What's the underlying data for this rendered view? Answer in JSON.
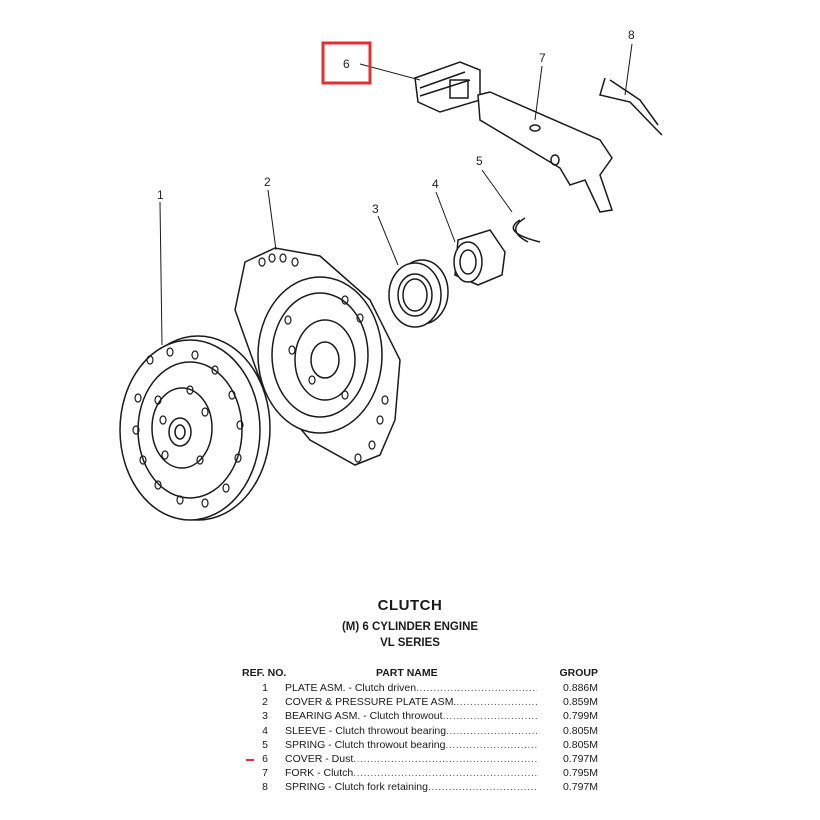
{
  "diagram": {
    "callouts": [
      "1",
      "2",
      "3",
      "4",
      "5",
      "6",
      "7",
      "8"
    ],
    "highlighted_ref": "6",
    "highlight_color": "#e03030"
  },
  "title": "CLUTCH",
  "subtitle_line1": "(M) 6 CYLINDER ENGINE",
  "subtitle_line2": "VL SERIES",
  "table": {
    "headers": {
      "ref": "REF. NO.",
      "name": "PART NAME",
      "group": "GROUP"
    },
    "rows": [
      {
        "ref": "1",
        "name": "PLATE ASM. - Clutch driven",
        "group": "0.886M"
      },
      {
        "ref": "2",
        "name": "COVER & PRESSURE PLATE ASM.",
        "group": "0.859M"
      },
      {
        "ref": "3",
        "name": "BEARING ASM. - Clutch throwout",
        "group": "0.799M"
      },
      {
        "ref": "4",
        "name": "SLEEVE - Clutch throwout bearing",
        "group": "0.805M"
      },
      {
        "ref": "5",
        "name": "SPRING - Clutch throwout bearing",
        "group": "0.805M"
      },
      {
        "ref": "6",
        "name": "COVER - Dust",
        "group": "0.797M"
      },
      {
        "ref": "7",
        "name": "FORK - Clutch",
        "group": "0.795M"
      },
      {
        "ref": "8",
        "name": "SPRING - Clutch fork retaining",
        "group": "0.797M"
      }
    ]
  }
}
